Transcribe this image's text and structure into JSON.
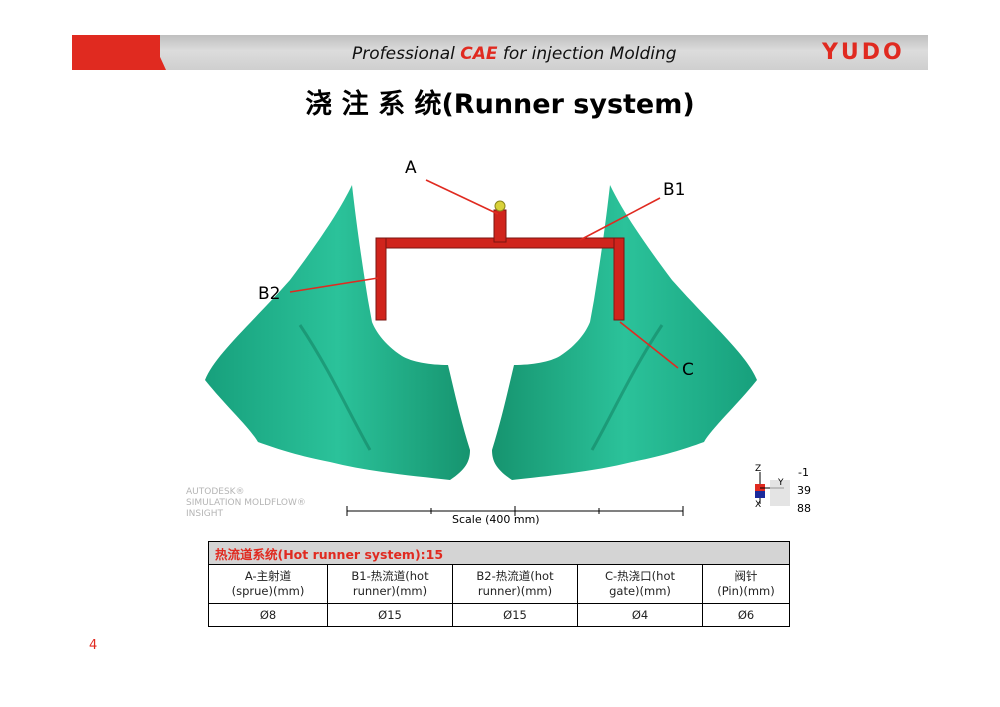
{
  "header": {
    "text_before": "Professional ",
    "text_highlight": "CAE",
    "text_after": " for injection Molding",
    "logo": "YUDO",
    "brand_color": "#e02a20"
  },
  "title": "浇 注 系 统(Runner system)",
  "callouts": {
    "a": "A",
    "b1": "B1",
    "b2": "B2",
    "c": "C"
  },
  "watermark": "AUTODESK®\nSIMULATION MOLDFLOW®\nINSIGHT",
  "scale_label": "Scale (400 mm)",
  "axes": {
    "z": "Z",
    "y": "Y",
    "x": "X",
    "n1": "-1",
    "n2": "39",
    "n3": "88"
  },
  "table": {
    "caption": "热流道系统(Hot runner system):15",
    "headers": [
      [
        "A-主射道",
        "(sprue)(mm)"
      ],
      [
        "B1-热流道(hot",
        "runner)(mm)"
      ],
      [
        "B2-热流道(hot",
        "runner)(mm)"
      ],
      [
        "C-热浇口(hot",
        "gate)(mm)"
      ],
      [
        "阀针",
        "(Pin)(mm)"
      ]
    ],
    "values": [
      "Ø8",
      "Ø15",
      "Ø15",
      "Ø4",
      "Ø6"
    ]
  },
  "page_number": "4",
  "colors": {
    "part": "#1fb08a",
    "runner": "#d0241c",
    "sprue_tip": "#d9d23a"
  }
}
